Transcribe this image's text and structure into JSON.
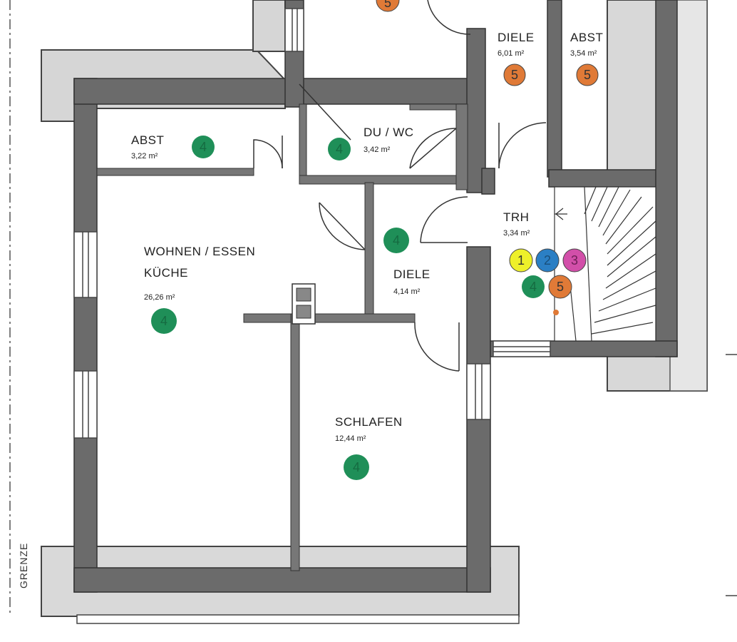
{
  "colors": {
    "wall": "#6b6b6b",
    "wall_light": "#d2d2d2",
    "outline": "#3a3a3a",
    "green": "#1f8f58",
    "orange": "#e07a37",
    "yellow": "#eef02a",
    "blue": "#2b7fc4",
    "magenta": "#d24fa9"
  },
  "rooms": [
    {
      "key": "diele_top",
      "name": "DIELE",
      "area": "6,01 m²",
      "badges": [
        5
      ]
    },
    {
      "key": "abst_top",
      "name": "ABST",
      "area": "3,54 m²",
      "badges": [
        5
      ]
    },
    {
      "key": "abst_left",
      "name": "ABST",
      "area": "3,22 m²",
      "badges": [
        4
      ]
    },
    {
      "key": "du_wc",
      "name": "DU / WC",
      "area": "3,42 m²",
      "badges": [
        4
      ]
    },
    {
      "key": "wohnen",
      "name": "WOHNEN / ESSEN",
      "name2": "KÜCHE",
      "area": "26,26 m²",
      "badges": [
        4
      ]
    },
    {
      "key": "diele_mid",
      "name": "DIELE",
      "area": "4,14 m²",
      "badges": [
        4
      ]
    },
    {
      "key": "trh",
      "name": "TRH",
      "area": "3,34 m²",
      "badges": [
        1,
        2,
        3,
        4,
        5
      ]
    },
    {
      "key": "schlafen",
      "name": "SCHLAFEN",
      "area": "12,44 m²",
      "badges": [
        4
      ]
    }
  ],
  "top_cut_badge": 5,
  "side_label": "GRENZE"
}
